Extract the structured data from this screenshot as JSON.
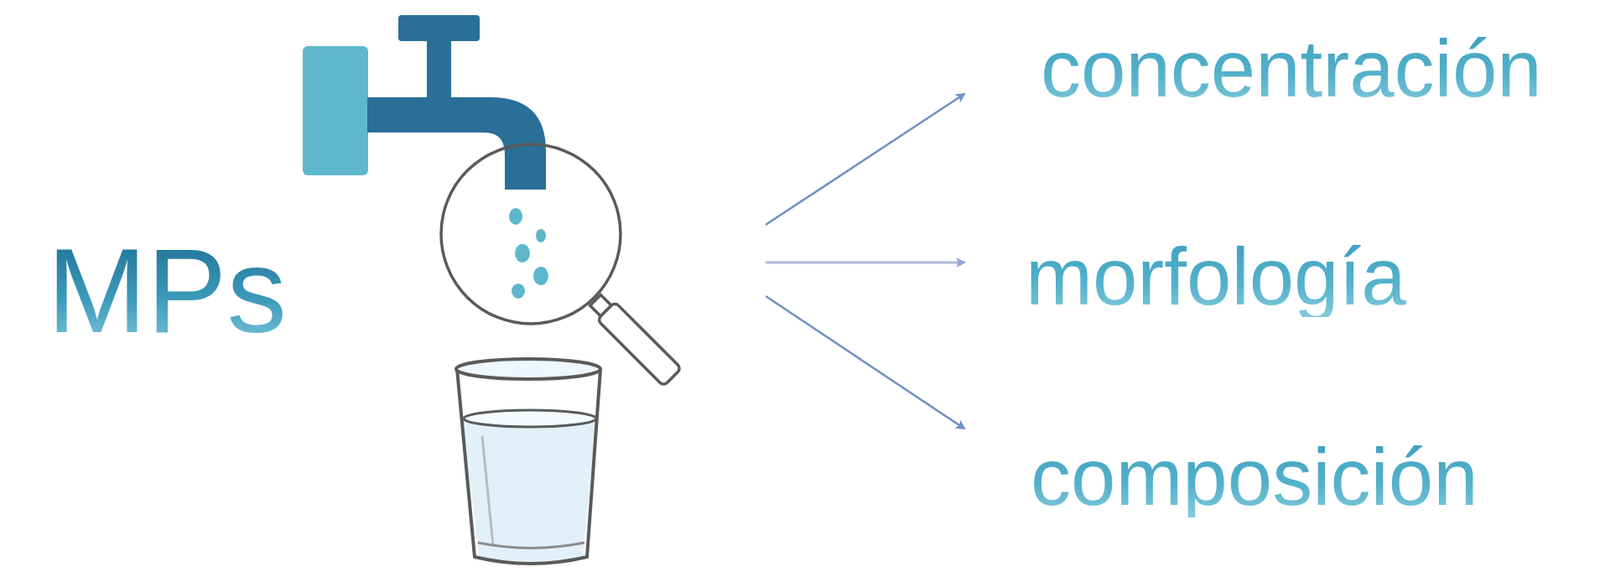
{
  "diagram": {
    "labels": [
      "MPs",
      "concentración",
      "morfología",
      "composición"
    ]
  }
}
